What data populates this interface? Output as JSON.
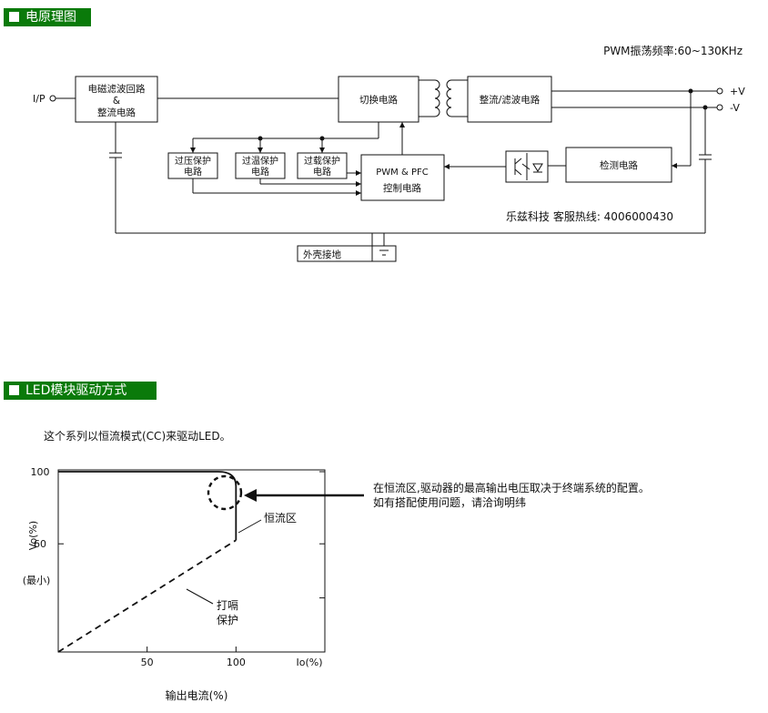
{
  "headers": {
    "schematic": "电原理图",
    "led_drive": "LED模块驱动方式"
  },
  "schematic": {
    "pwm_freq": "PWM振荡频率:60~130KHz",
    "ip_label": "I/P",
    "emi_line1": "电磁滤波回路",
    "emi_line2": "&",
    "emi_line3": "整流电路",
    "switch": "切换电路",
    "rectifier": "整流/滤波电路",
    "out_pos": "+V",
    "out_neg": "-V",
    "ovp_line1": "过压保护",
    "ovp_line2": "电路",
    "otp_line1": "过温保护",
    "otp_line2": "电路",
    "olp_line1": "过载保护",
    "olp_line2": "电路",
    "pwm_line1": "PWM & PFC",
    "pwm_line2": "控制电路",
    "detect": "检测电路",
    "hotline": "乐兹科技 客服热线: 4006000430",
    "fg_label": "外壳接地"
  },
  "led": {
    "description": "这个系列以恒流模式(CC)来驱动LED。",
    "note_line1": "在恒流区,驱动器的最高输出电压取决于终端系统的配置。",
    "note_line2": "如有搭配使用问题，请洽询明纬"
  },
  "chart_data": {
    "type": "line",
    "xlabel": "输出电流(%)",
    "ylabel": "Vo(%)",
    "x_axis_end_label": "Io(%)",
    "x_ticks": [
      "50",
      "100"
    ],
    "y_ticks": [
      "100",
      "60"
    ],
    "y_tick_sublabel": "(最小)",
    "series": [
      {
        "name": "恒流区",
        "style": "solid",
        "x": [
          0,
          90,
          100,
          100
        ],
        "y": [
          100,
          100,
          92,
          62
        ]
      },
      {
        "name": "打嗝保护",
        "style": "dashed",
        "x": [
          0,
          100
        ],
        "y": [
          0,
          62
        ]
      }
    ],
    "annotations": [
      "恒流区",
      "打嗝",
      "保护"
    ]
  }
}
